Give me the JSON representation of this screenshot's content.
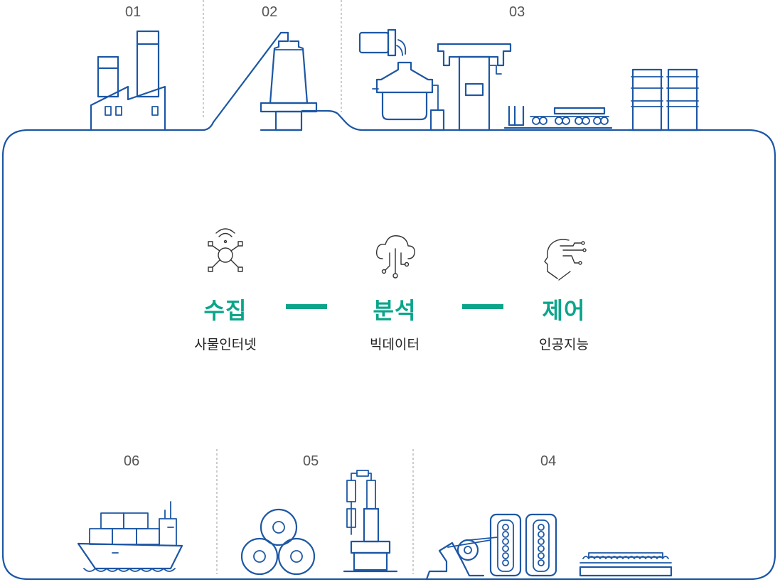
{
  "stages": {
    "s01": "01",
    "s02": "02",
    "s03": "03",
    "s04": "04",
    "s05": "05",
    "s06": "06"
  },
  "process": [
    {
      "title": "수집",
      "subtitle": "사물인터넷",
      "icon": "iot-sensor-icon"
    },
    {
      "title": "분석",
      "subtitle": "빅데이터",
      "icon": "cloud-data-icon"
    },
    {
      "title": "제어",
      "subtitle": "인공지능",
      "icon": "ai-head-icon"
    }
  ],
  "colors": {
    "accent": "#0aa58a",
    "line": "#1d57a4",
    "text": "#222222",
    "stage_number": "#555555"
  }
}
